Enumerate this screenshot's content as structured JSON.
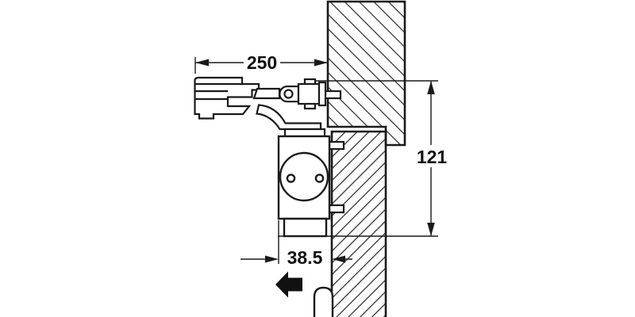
{
  "drawing": {
    "title": "door-closer-installation-drawing",
    "background_color": "#ffffff",
    "line_color": "#1a1a1a",
    "hatch_color": "#333333",
    "labels": {
      "top_width": "250",
      "right_height": "121",
      "bottom_offset": "38.5"
    },
    "icons": {
      "direction_arrow": "solid-left-arrow",
      "wall_hatch_direction": "backslash",
      "door_hatch_direction": "forward-slash"
    }
  }
}
